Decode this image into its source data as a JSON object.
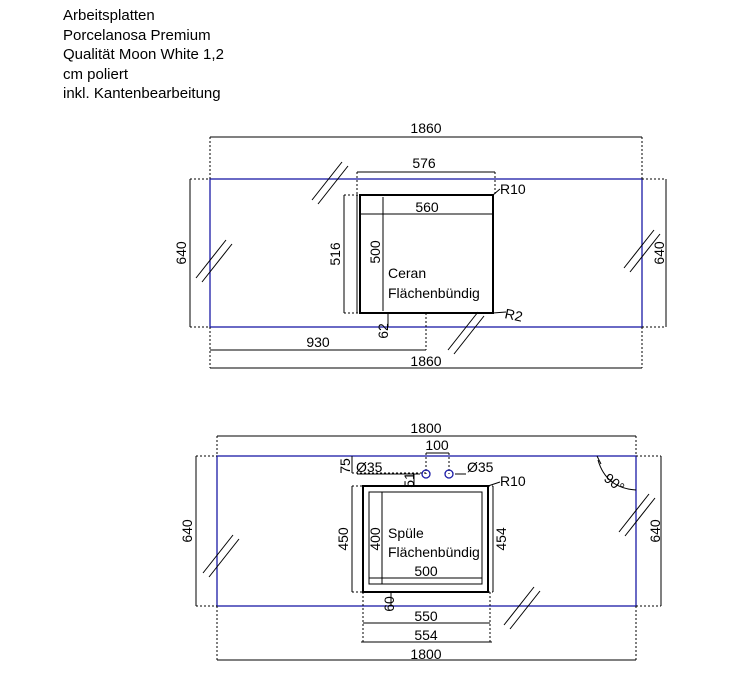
{
  "notes": {
    "line1": "Arbeitsplatten",
    "line2": "Porcelanosa Premium",
    "line3": "Qualität Moon White 1,2",
    "line4": "cm poliert",
    "line5": "inkl. Kantenbearbeitung"
  },
  "top": {
    "width_top": "1860",
    "cutout_outer": "576",
    "radius_outer": "R10",
    "cutout_inner": "560",
    "height_left": "640",
    "height_right": "640",
    "cutout_outer_h": "516",
    "cutout_inner_h": "500",
    "label1": "Ceran",
    "label2": "Flächenbündig",
    "radius_inner": "R2",
    "offset_bottom": "62",
    "offset_left": "930",
    "width_bottom": "1860"
  },
  "bottom": {
    "width_top": "1800",
    "tap_spacing": "100",
    "tap_offset": "75",
    "hole_left": "Ø35",
    "hole_right": "Ø35",
    "tap_gap": "51",
    "radius": "R10",
    "angle": "90°",
    "height_left": "640",
    "height_right": "640",
    "sink_outer_h": "450",
    "sink_inner_h": "400",
    "label1": "Spüle",
    "label2": "Flächenbündig",
    "sink_outer_h_right": "454",
    "sink_inner_w": "500",
    "offset_bottom": "60",
    "sink_outer_w": "550",
    "sink_total_w": "554",
    "width_bottom": "1800"
  }
}
